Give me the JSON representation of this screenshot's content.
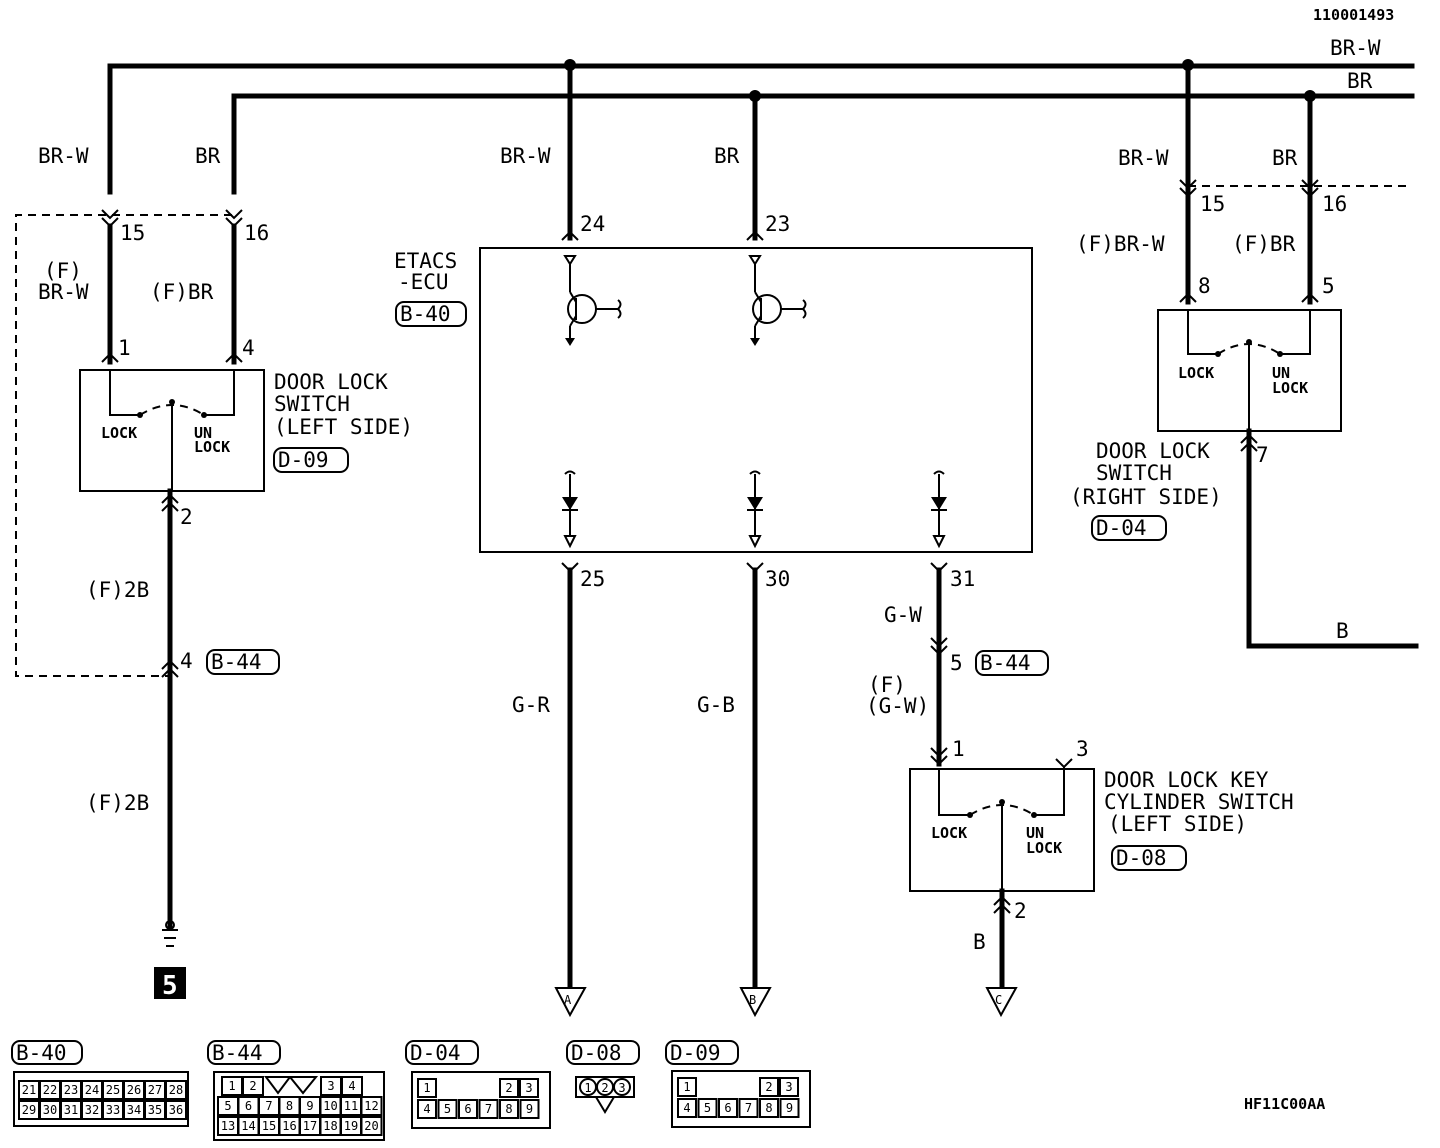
{
  "figure_id": "110001493",
  "drawing_code": "HF11C00AA",
  "wires": {
    "bus_brw": "BR-W",
    "bus_br": "BR",
    "left_brw": "BR-W",
    "left_br": "BR",
    "left_f_prefix": "(F)",
    "left_f_brw": "BR-W",
    "left_f_br": "(F)BR",
    "left_f2b_upper": "(F)2B",
    "left_f2b_lower": "(F)2B",
    "ecu_brw": "BR-W",
    "ecu_br": "BR",
    "ecu_gr": "G-R",
    "ecu_gb": "G-B",
    "ecu_gw": "G-W",
    "ecu_f_prefix": "(F)",
    "ecu_f_gw": "(G-W)",
    "key_b": "B",
    "right_brw": "BR-W",
    "right_br": "BR",
    "right_f_brw": "(F)BR-W",
    "right_f_br": "(F)BR",
    "right_b": "B"
  },
  "pins": {
    "l15": "15",
    "l16": "16",
    "l1": "1",
    "l4": "4",
    "l2": "2",
    "l4b": "4",
    "e24": "24",
    "e23": "23",
    "e25": "25",
    "e30": "30",
    "e31": "31",
    "e5": "5",
    "k1": "1",
    "k3": "3",
    "k2": "2",
    "r15": "15",
    "r16": "16",
    "r8": "8",
    "r5": "5",
    "r7": "7"
  },
  "components": {
    "ecu_name_1": "ETACS",
    "ecu_name_2": "-ECU",
    "ecu_ref": "B-40",
    "left_switch_1": "DOOR LOCK",
    "left_switch_2": "SWITCH",
    "left_switch_3": "(LEFT SIDE)",
    "left_switch_ref": "D-09",
    "right_switch_1": "DOOR LOCK",
    "right_switch_2": "SWITCH",
    "right_switch_3": "(RIGHT SIDE)",
    "right_switch_ref": "D-04",
    "key_switch_1": "DOOR LOCK KEY",
    "key_switch_2": "CYLINDER SWITCH",
    "key_switch_3": "(LEFT SIDE)",
    "key_switch_ref": "D-08",
    "left_conn_ref": "B-44",
    "ecu_conn_ref": "B-44",
    "ground_num": "5",
    "lock": "LOCK",
    "unlock_1": "UN",
    "unlock_2": "LOCK"
  },
  "terminals": {
    "a": "A",
    "b": "B",
    "c": "C"
  },
  "connectors": {
    "b40": {
      "ref": "B-40",
      "row1": [
        "21",
        "22",
        "23",
        "24",
        "25",
        "26",
        "27",
        "28"
      ],
      "row2": [
        "29",
        "30",
        "31",
        "32",
        "33",
        "34",
        "35",
        "36"
      ]
    },
    "b44": {
      "ref": "B-44",
      "row1": [
        "1",
        "2",
        "",
        "3",
        "4"
      ],
      "row2": [
        "5",
        "6",
        "7",
        "8",
        "9",
        "10",
        "11",
        "12"
      ],
      "row3": [
        "13",
        "14",
        "15",
        "16",
        "17",
        "18",
        "19",
        "20"
      ]
    },
    "d04": {
      "ref": "D-04",
      "row1": [
        "1",
        "2",
        "3"
      ],
      "row2": [
        "4",
        "5",
        "6",
        "7",
        "8",
        "9"
      ]
    },
    "d08": {
      "ref": "D-08",
      "pins": [
        "1",
        "2",
        "3"
      ]
    },
    "d09": {
      "ref": "D-09",
      "row1": [
        "1",
        "2",
        "3"
      ],
      "row2": [
        "4",
        "5",
        "6",
        "7",
        "8",
        "9"
      ]
    }
  }
}
